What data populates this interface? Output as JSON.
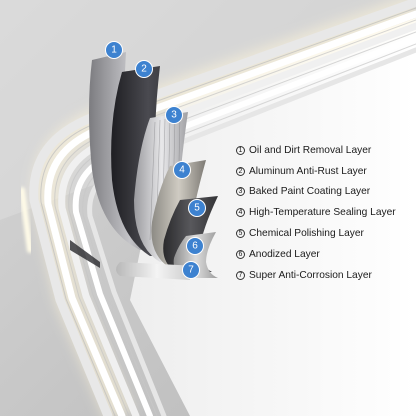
{
  "colors": {
    "badge": "#3d82d0",
    "frame": "#f2f2f2",
    "glow": "#fff8e6"
  },
  "layers": [
    {
      "number": "1",
      "name": "Oil and Dirt Removal Layer"
    },
    {
      "number": "2",
      "name": "Aluminum Anti-Rust Layer"
    },
    {
      "number": "3",
      "name": "Baked Paint Coating Layer"
    },
    {
      "number": "4",
      "name": "High-Temperature Sealing Layer"
    },
    {
      "number": "5",
      "name": "Chemical Polishing Layer"
    },
    {
      "number": "6",
      "name": "Anodized Layer"
    },
    {
      "number": "7",
      "name": "Super Anti-Corrosion Layer"
    }
  ]
}
